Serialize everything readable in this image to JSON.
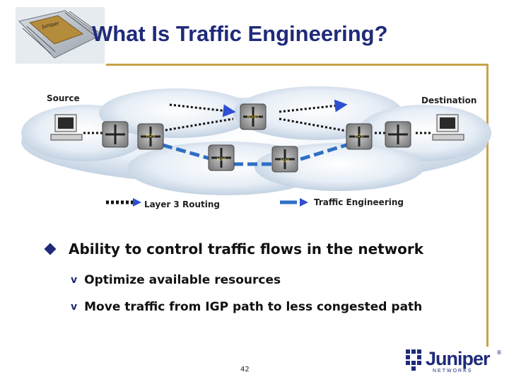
{
  "slide": {
    "title": "What Is Traffic Engineering?",
    "page_number": "42"
  },
  "diagram": {
    "source_label": "Source",
    "destination_label": "Destination",
    "router_labels": [
      "M160",
      "M20",
      "M20",
      "M20",
      "M20"
    ],
    "legend": {
      "layer3": "Layer 3 Routing",
      "traffic_engineering": "Traffic Engineering"
    },
    "colors": {
      "te_path": "#2e6fc4",
      "l3_path": "#111111",
      "arrow": "#2e4fd0"
    }
  },
  "bullets": {
    "main": "Ability to control traffic flows in the network",
    "sub": [
      "Optimize available resources",
      "Move traffic from IGP path to less congested path"
    ],
    "main_icon": "diamond-bullet-icon",
    "sub_icon": "v-bullet-icon"
  },
  "logo": {
    "name": "Juniper",
    "sub": "NETWORKS",
    "mark": "®",
    "chip_brand": "Juniper"
  }
}
